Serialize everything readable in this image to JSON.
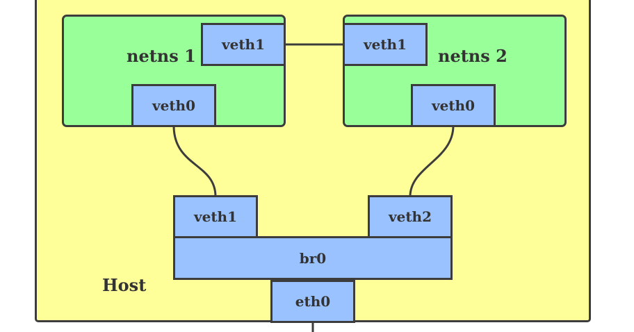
{
  "host": {
    "label": "Host"
  },
  "netns1": {
    "label": "netns 1",
    "veth1": "veth1",
    "veth0": "veth0"
  },
  "netns2": {
    "label": "netns 2",
    "veth1": "veth1",
    "veth0": "veth0"
  },
  "bridge": {
    "label": "br0",
    "veth1": "veth1",
    "veth2": "veth2"
  },
  "eth0": {
    "label": "eth0"
  },
  "colors": {
    "host_fill": "#ffff99",
    "netns_fill": "#99ff99",
    "iface_fill": "#99c2ff",
    "stroke": "#3c3c3c"
  }
}
